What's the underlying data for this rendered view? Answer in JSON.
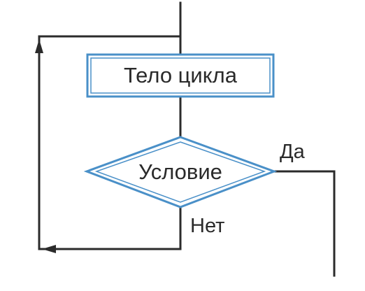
{
  "diagram": {
    "type": "flowchart",
    "nodes": {
      "body": {
        "label": "Тело цикла",
        "shape": "rectangle"
      },
      "condition": {
        "label": "Условие",
        "shape": "diamond"
      }
    },
    "edges": {
      "yes": {
        "label": "Да"
      },
      "no": {
        "label": "Нет"
      }
    },
    "colors": {
      "box_stroke": "#4a90c8",
      "line": "#2b2b2b",
      "text": "#2a2a2a"
    }
  }
}
